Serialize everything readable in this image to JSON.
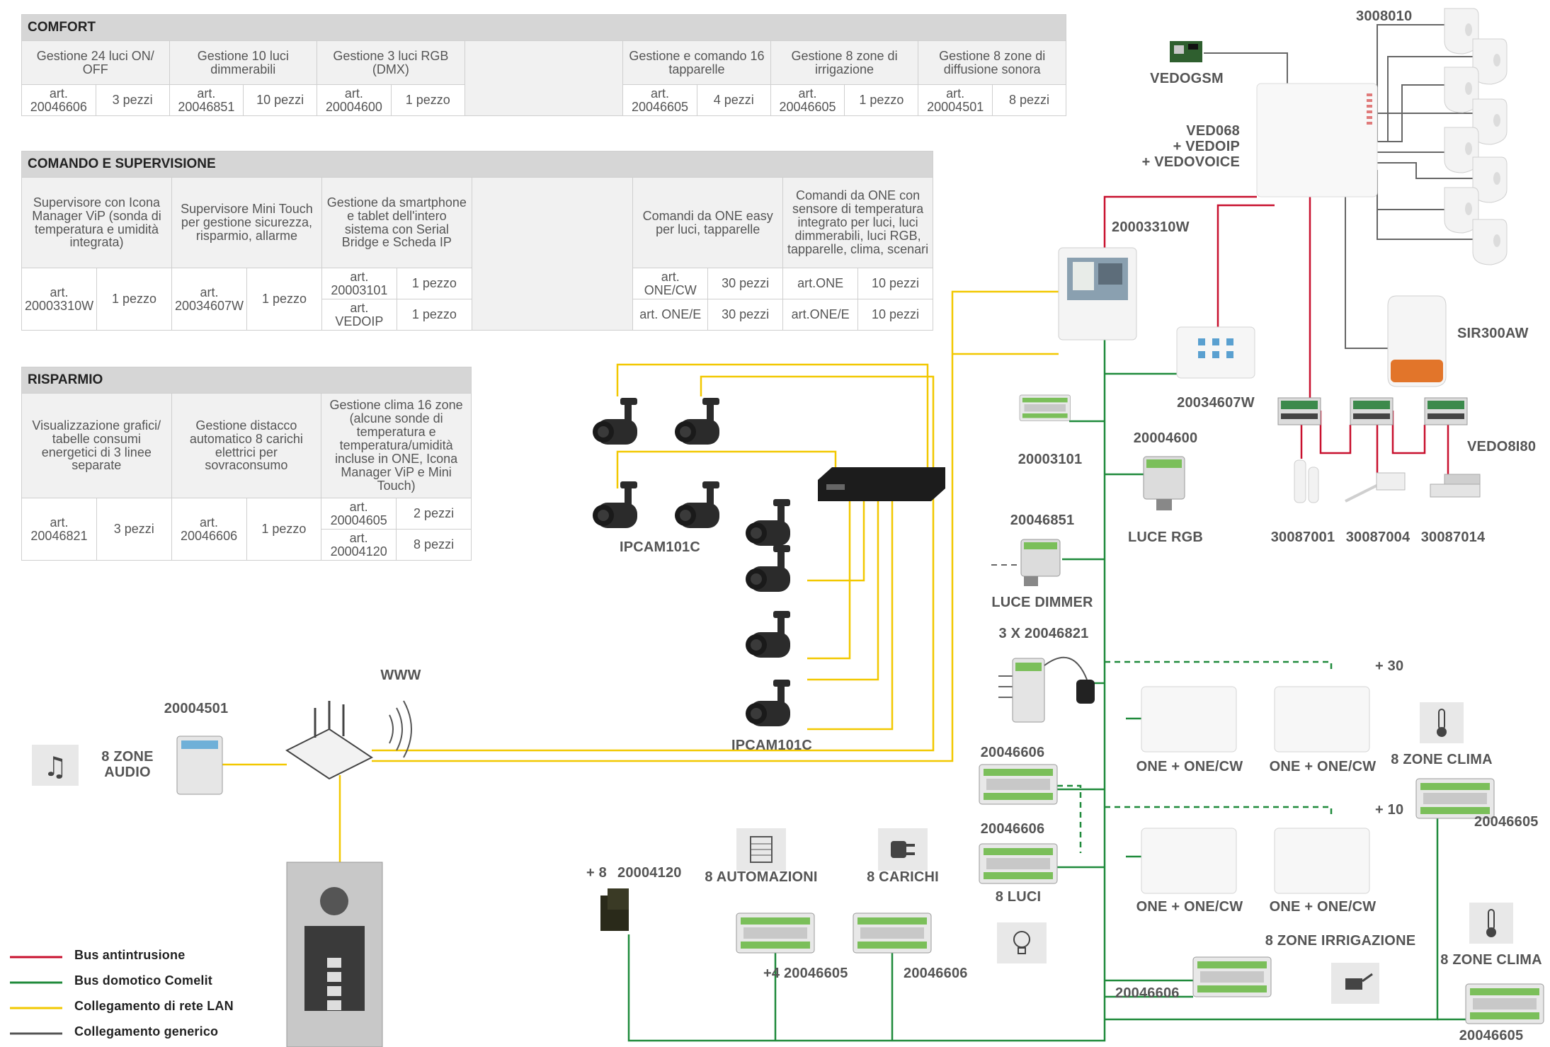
{
  "tables": {
    "comfort": {
      "title": "COMFORT",
      "desc": [
        "Gestione 24 luci ON/ OFF",
        "Gestione 10 luci dimmerabili",
        "Gestione 3 luci RGB (DMX)",
        "Gestione e comando 16 tapparelle",
        "Gestione 8 zone di irrigazione",
        "Gestione 8 zone di diffusione sonora"
      ],
      "art": [
        {
          "code": "art. 20046606",
          "qty": "3 pezzi"
        },
        {
          "code": "art. 20046851",
          "qty": "10 pezzi"
        },
        {
          "code": "art. 20004600",
          "qty": "1 pezzo"
        },
        {
          "code": "art. 20046605",
          "qty": "4 pezzi"
        },
        {
          "code": "art. 20046605",
          "qty": "1 pezzo"
        },
        {
          "code": "art. 20004501",
          "qty": "8 pezzi"
        }
      ]
    },
    "comando": {
      "title": "COMANDO E SUPERVISIONE",
      "desc": [
        "Supervisore con Icona Manager ViP (sonda di temperatura e umidità integrata)",
        "Supervisore Mini Touch per gestione sicurezza, risparmio, allarme",
        "Gestione da smartphone e tablet dell'intero sistema con Serial Bridge e Scheda IP",
        "Comandi da ONE easy per luci, tapparelle",
        "Comandi da ONE con sensore di temperatura integrato per luci, luci dimmerabili, luci RGB, tapparelle, clima, scenari"
      ],
      "c1": {
        "code": "art. 20003310W",
        "qty": "1 pezzo"
      },
      "c2": {
        "code": "art. 20034607W",
        "qty": "1 pezzo"
      },
      "c3a": {
        "code": "art. 20003101",
        "qty": "1 pezzo"
      },
      "c3b": {
        "code": "art. VEDOIP",
        "qty": "1 pezzo"
      },
      "c4a": {
        "code": "art. ONE/CW",
        "qty": "30 pezzi"
      },
      "c4b": {
        "code": "art. ONE/E",
        "qty": "30 pezzi"
      },
      "c5a": {
        "code": "art.ONE",
        "qty": "10 pezzi"
      },
      "c5b": {
        "code": "art.ONE/E",
        "qty": "10 pezzi"
      }
    },
    "risparmio": {
      "title": "RISPARMIO",
      "desc": [
        "Visualizzazione grafici/ tabelle consumi energetici di 3 linee separate",
        "Gestione distacco automatico 8 carichi elettrici per sovraconsumo",
        "Gestione clima 16 zone (alcune sonde di temperatura e temperatura/umidità incluse in ONE, Icona Manager ViP e Mini Touch)"
      ],
      "c1": {
        "code": "art. 20046821",
        "qty": "3 pezzi"
      },
      "c2": {
        "code": "art. 20046606",
        "qty": "1 pezzo"
      },
      "c3a": {
        "code": "art. 20004605",
        "qty": "2 pezzi"
      },
      "c3b": {
        "code": "art. 20004120",
        "qty": "8 pezzi"
      }
    }
  },
  "labels": {
    "vedogsm": "VEDOGSM",
    "p3008010": "3008010",
    "ved068_1": "VED068",
    "ved068_2": "+ VEDOIP",
    "ved068_3": "+ VEDOVOICE",
    "p20003310w": "20003310W",
    "sir300aw": "SIR300AW",
    "p20034607w": "20034607W",
    "p20003101": "20003101",
    "p20004600": "20004600",
    "luce_rgb": "LUCE RGB",
    "vedo8i80": "VEDO8I80",
    "p30087001": "30087001",
    "p30087004": "30087004",
    "p30087014": "30087014",
    "p20046851": "20046851",
    "luce_dimmer": "LUCE DIMMER",
    "x3_20046821": "3 X 20046821",
    "plus30": "+ 30",
    "plus10": "+ 10",
    "one_cw_1": "ONE + ONE/CW",
    "one_cw_2": "ONE + ONE/CW",
    "one_cw_3": "ONE + ONE/CW",
    "one_cw_4": "ONE + ONE/CW",
    "zone_clima_1": "8 ZONE CLIMA",
    "zone_clima_2": "8 ZONE CLIMA",
    "p20046605_r1": "20046605",
    "p20046605_r2": "20046605",
    "p20046606_a": "20046606",
    "p20046606_b": "20046606",
    "luci8": "8 LUCI",
    "irrigazione": "8 ZONE IRRIGAZIONE",
    "p20046606_c": "20046606",
    "ipcam_1": "IPCAM101C",
    "ipcam_2": "IPCAM101C",
    "www": "WWW",
    "p20004501": "20004501",
    "audio_1": "8 ZONE",
    "audio_2": "AUDIO",
    "plus8": "+ 8",
    "p20004120": "20004120",
    "automazioni": "8 AUTOMAZIONI",
    "carichi": "8 CARICHI",
    "plus4": "+4 20046605",
    "p20046606_d": "20046606"
  },
  "legend": [
    {
      "label": "Bus antintrusione",
      "color": "#c8102e"
    },
    {
      "label": "Bus domotico Comelit",
      "color": "#1f8a3b"
    },
    {
      "label": "Collegamento di rete LAN",
      "color": "#f2c800"
    },
    {
      "label": "Collegamento generico",
      "color": "#555555"
    }
  ],
  "colors": {
    "red": "#c8102e",
    "green": "#1f8a3b",
    "yellow": "#f2c800",
    "gray": "#666666"
  }
}
